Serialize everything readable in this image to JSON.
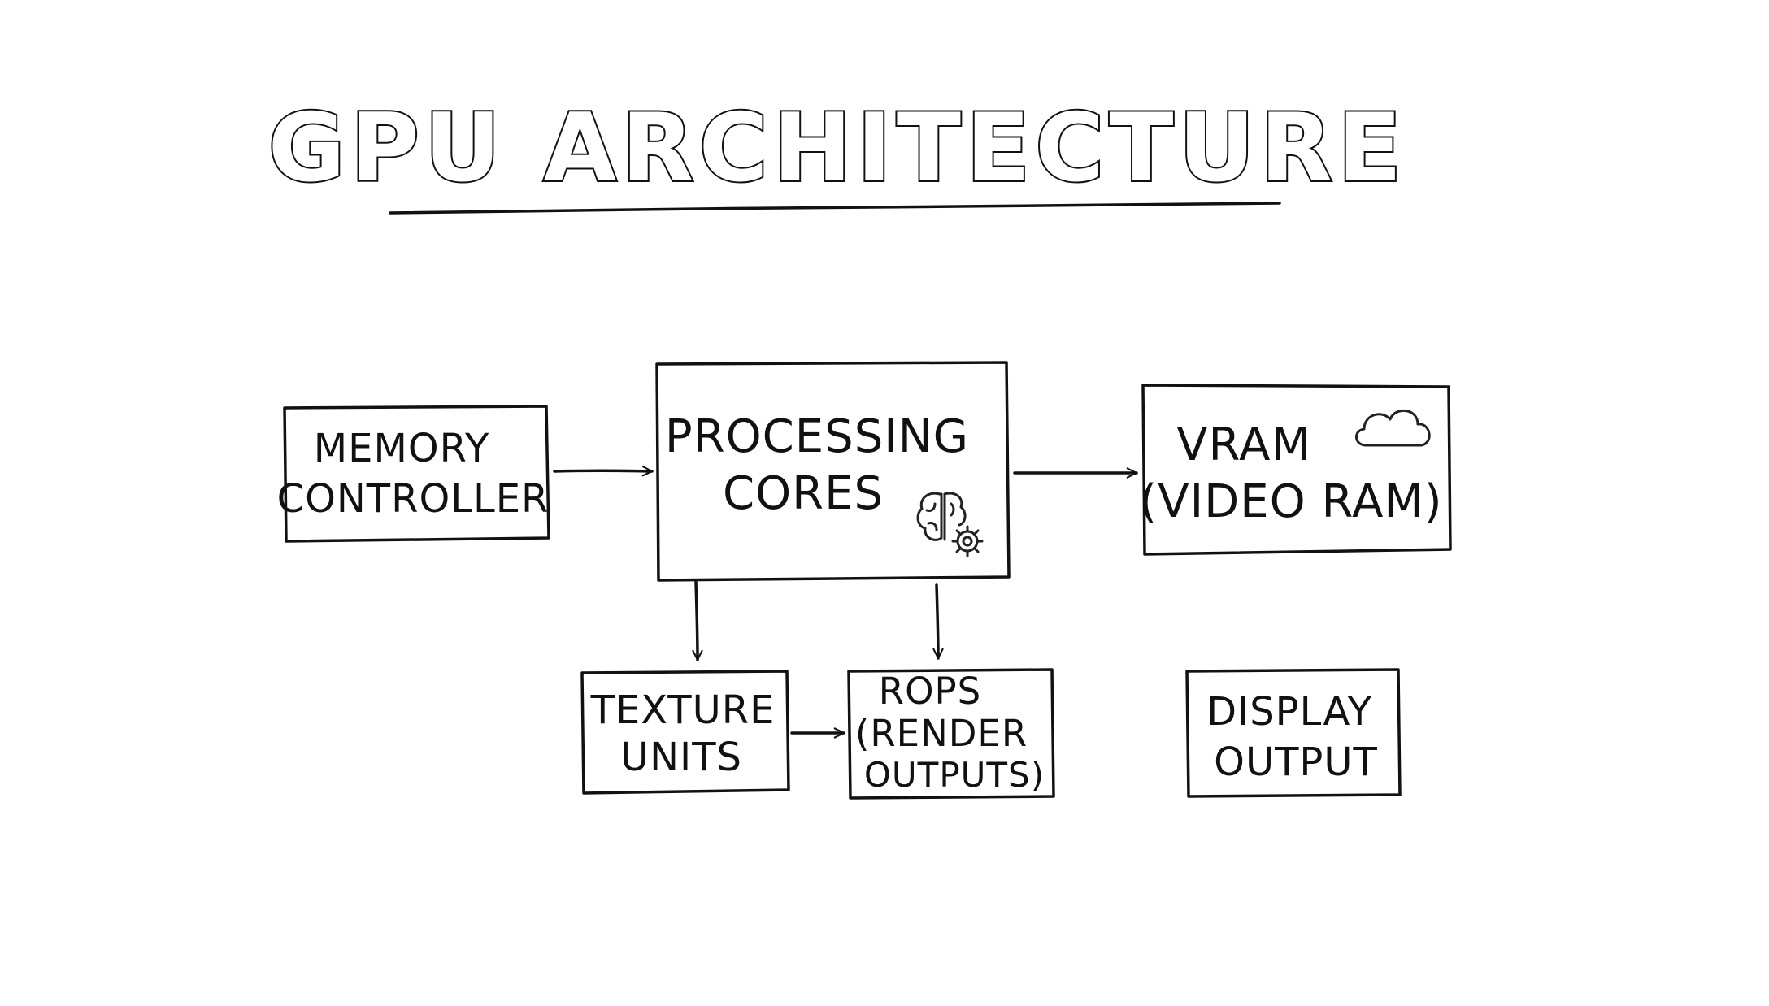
{
  "title": "GPU ARCHITECTURE",
  "nodes": {
    "memory_controller": {
      "line1": "MEMORY",
      "line2": "CONTROLLER"
    },
    "processing_cores": {
      "line1": "PROCESSING",
      "line2": "CORES",
      "icon": "brain-gear-icon"
    },
    "vram": {
      "line1": "VRAM",
      "line2": "(VIDEO RAM)",
      "icon": "cloud-icon"
    },
    "texture_units": {
      "line1": "TEXTURE",
      "line2": "UNITS"
    },
    "rops": {
      "line1": "ROPS",
      "line2": "(RENDER",
      "line3": "OUTPUTS)"
    },
    "display_output": {
      "line1": "DISPLAY",
      "line2": "OUTPUT"
    }
  },
  "edges": [
    {
      "from": "memory_controller",
      "to": "processing_cores"
    },
    {
      "from": "processing_cores",
      "to": "vram"
    },
    {
      "from": "processing_cores",
      "to": "texture_units"
    },
    {
      "from": "processing_cores",
      "to": "rops"
    },
    {
      "from": "texture_units",
      "to": "rops"
    }
  ],
  "colors": {
    "ink": "#111111",
    "background": "#ffffff"
  }
}
